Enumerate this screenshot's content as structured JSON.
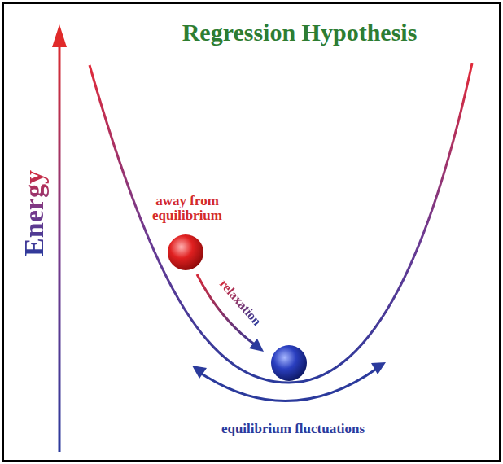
{
  "diagram": {
    "title": "Regression Hypothesis",
    "labels": [
      "Energy",
      "away from equilibrium",
      "relaxation",
      "equilibrium fluctuations"
    ]
  }
}
